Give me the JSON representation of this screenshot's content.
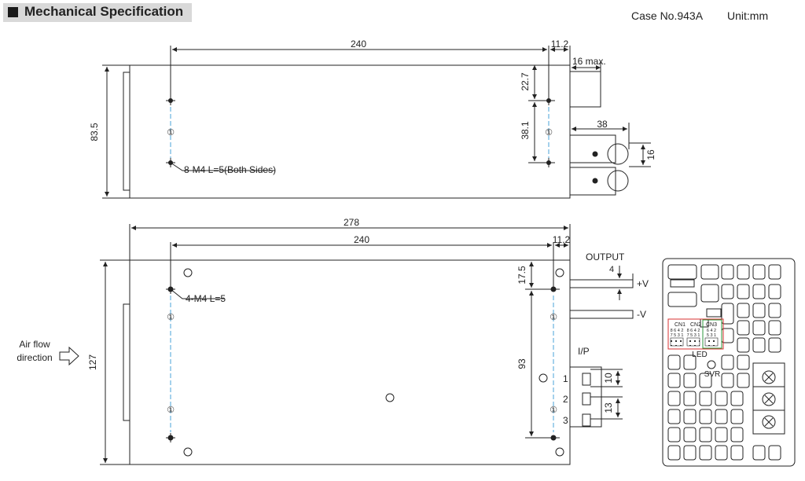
{
  "header": {
    "title": "Mechanical Specification",
    "case_no": "Case No.943A",
    "unit": "Unit:mm"
  },
  "top_view": {
    "dim_length": "240",
    "dim_offset_right": "11.2",
    "dim_terminal_protrusion": "16 max.",
    "dim_height": "83.5",
    "dim_hole_top": "22.7",
    "dim_hole_spacing": "38.1",
    "dim_bracket_length": "38",
    "dim_bracket_width": "16",
    "hole_callout": "8-M4 L=5(Both Sides)",
    "marker_symbol": "①"
  },
  "front_view": {
    "dim_overall_length": "278",
    "dim_length": "240",
    "dim_offset_right": "11.2",
    "dim_height": "127",
    "dim_hole_top": "17.5",
    "dim_hole_spacing": "93",
    "hole_callout": "4-M4 L=5",
    "marker_symbol": "①",
    "airflow_line1": "Air flow",
    "airflow_line2": "direction"
  },
  "output": {
    "title": "OUTPUT",
    "dim_thickness": "4",
    "positive_label": "+V",
    "negative_label": "-V"
  },
  "input": {
    "title": "I/P",
    "pin1": "1",
    "pin2": "2",
    "pin3": "3",
    "dim_pitch_1": "10",
    "dim_pitch_2": "13"
  },
  "panel": {
    "cn1_label": "CN1",
    "cn2_label": "CN2",
    "cn3_label": "CN3",
    "cn1_top_pins": "8 6 4 2",
    "cn1_bottom_pins": "7 5 3 1",
    "cn2_top_pins": "8 6 4 2",
    "cn2_bottom_pins": "7 5 3 1",
    "cn3_top_pins": "6 4 2",
    "cn3_bottom_pins": "5 3 1",
    "led_label": "LED",
    "svr_label": "SVR"
  }
}
